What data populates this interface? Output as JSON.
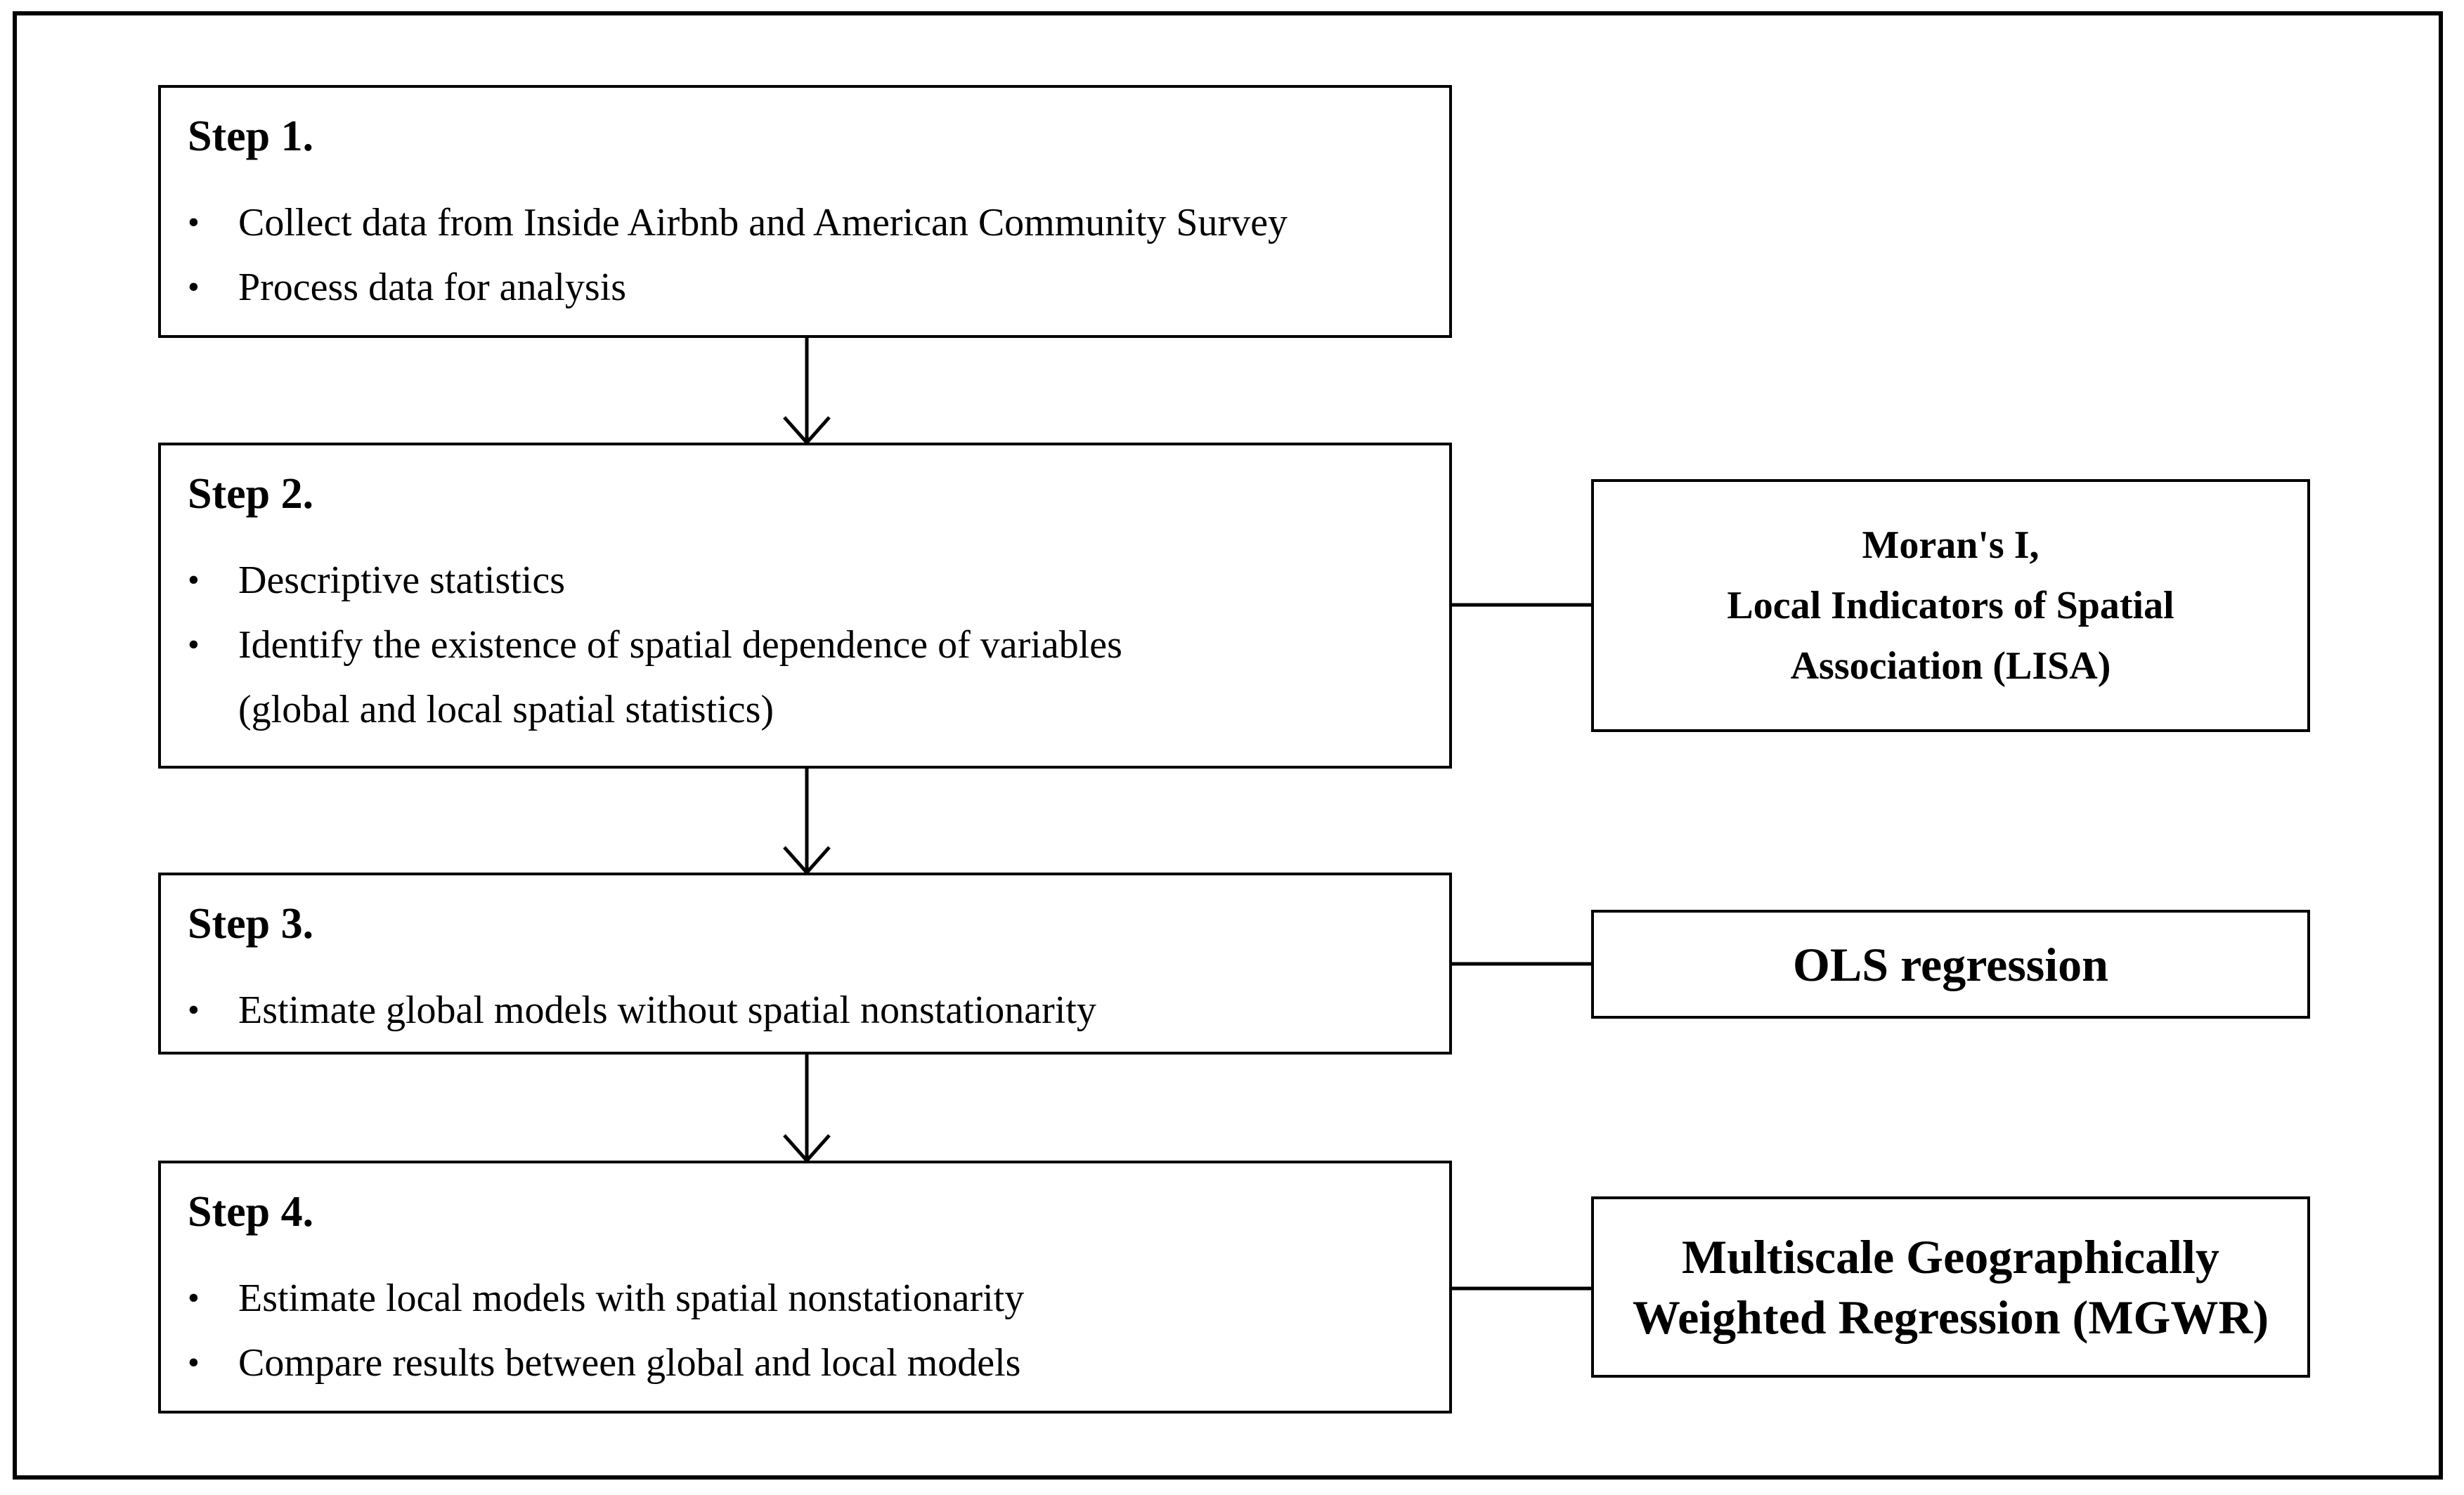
{
  "steps": [
    {
      "title": "Step 1.",
      "bullets": [
        "Collect data from Inside Airbnb and American Community Survey",
        "Process data for analysis"
      ]
    },
    {
      "title": "Step 2.",
      "bullets": [
        "Descriptive statistics",
        "Identify the existence of spatial dependence of variables\n(global and local spatial statistics)"
      ],
      "method": "Moran's I,\nLocal Indicators of Spatial\nAssociation (LISA)"
    },
    {
      "title": "Step 3.",
      "bullets": [
        "Estimate global models without spatial nonstationarity"
      ],
      "method": "OLS regression"
    },
    {
      "title": "Step 4.",
      "bullets": [
        "Estimate local models with spatial nonstationarity",
        "Compare results between global and local models"
      ],
      "method": "Multiscale Geographically\nWeighted Regression (MGWR)"
    }
  ]
}
